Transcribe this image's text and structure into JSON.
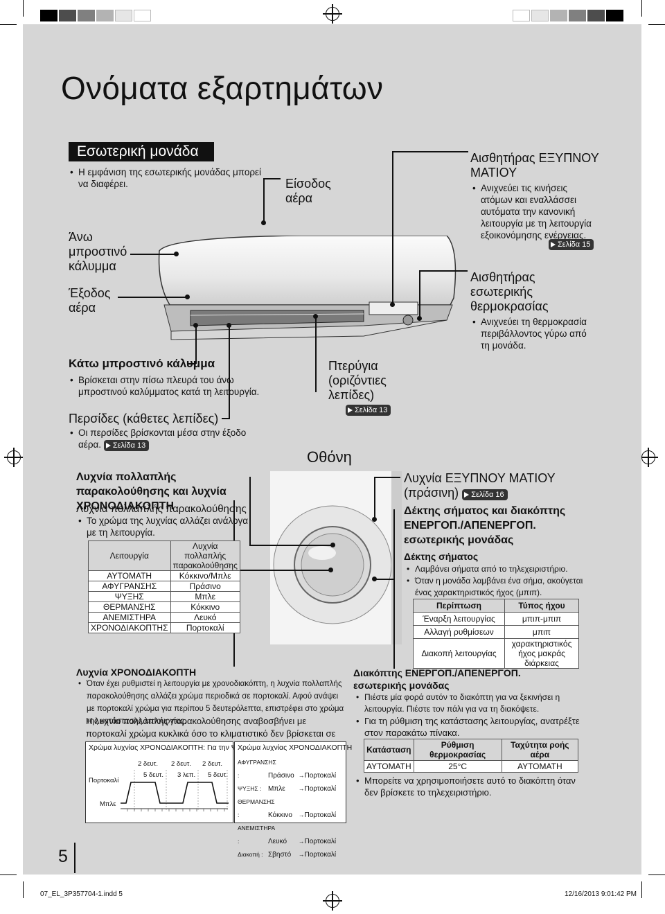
{
  "title": "Ονόματα εξαρτημάτων",
  "page_number": "5",
  "section_bar": "Εσωτερική μονάδα",
  "intro_note": "Η εμφάνιση της εσωτερικής μονάδας μπορεί να διαφέρει.",
  "labels": {
    "upper_cover": "Άνω μπροστινό κάλυμμα",
    "air_outlet": "Έξοδος αέρα",
    "air_inlet": "Είσοδος αέρα",
    "smart_eye": "Αισθητήρας ΕΞΥΠΝΟΥ ΜΑΤΙΟΥ",
    "smart_eye_note": "Ανιχνεύει τις κινήσεις ατόμων και εναλλάσσει αυτόματα την κανονική λειτουργία με τη λειτουργία εξοικονόμησης ενέργειας.",
    "smart_eye_ref": "Σελίδα 15",
    "temp_sensor": "Αισθητήρας εσωτερικής θερμοκρασίας",
    "temp_sensor_note": "Ανιχνεύει τη θερμοκρασία περιβάλλοντος γύρω από τη μονάδα.",
    "lower_cover": "Κάτω μπροστινό κάλυμμα",
    "lower_cover_note": "Βρίσκεται στην πίσω πλευρά του άνω μπροστινού καλύμματος κατά τη λειτουργία.",
    "flaps": "Πτερύγια (οριζόντιες λεπίδες)",
    "flaps_ref": "Σελίδα 13",
    "louvers": "Περσίδες (κάθετες λεπίδες)",
    "louvers_note": "Οι περσίδες βρίσκονται μέσα στην έξοδο αέρα.",
    "louvers_ref": "Σελίδα 13",
    "display": "Οθόνη",
    "multi_lamp_title": "Λυχνία πολλαπλής παρακολούθησης και λυχνία ΧΡΟΝΟΔΙΑΚΟΠΤΗ",
    "multi_lamp_sub": "Λυχνία πολλαπλής παρακολούθησης",
    "multi_lamp_note": "Το χρώμα της λυχνίας αλλάζει ανάλογα με τη λειτουργία.",
    "smart_eye_lamp": "Λυχνία ΕΞΥΠΝΟΥ ΜΑΤΙΟΥ (πράσινη)",
    "smart_eye_lamp_ref": "Σελίδα 16",
    "receiver_title": "Δέκτης σήματος και διακόπτης ΕΝΕΡΓΟΠ./ΑΠΕΝΕΡΓΟΠ. εσωτερικής μονάδας",
    "receiver_sub": "Δέκτης σήματος",
    "receiver_note1": "Λαμβάνει σήματα από το τηλεχειριστήριο.",
    "receiver_note2": "Όταν η μονάδα λαμβάνει ένα σήμα, ακούγεται ένας χαρακτηριστικός ήχος (μπιπ).",
    "timer_lamp": "Λυχνία ΧΡΟΝΟΔΙΑΚΟΠΤΗ",
    "timer_note": "Όταν έχει ρυθμιστεί η λειτουργία με χρονοδιακόπτη, η λυχνία πολλαπλής παρακολούθησης αλλάζει χρώμα περιοδικά σε πορτοκαλί. Αφού ανάψει με πορτοκαλί χρώμα για περίπου 5 δευτερόλεπτα, επιστρέφει στο χρώμα της κατάστασης λειτουργίας.",
    "timer_note2": "Η λυχνία πολλαπλής παρακολούθησης αναβοσβήνει με πορτοκαλί χρώμα κυκλικά όσο το κλιματιστικό δεν βρίσκεται σε λειτουργία.",
    "switch_title": "Διακόπτης ΕΝΕΡΓΟΠ./ΑΠΕΝΕΡΓΟΠ. εσωτερικής μονάδας",
    "switch_note1": "Πιέστε μία φορά αυτόν το διακόπτη για να ξεκινήσει η λειτουργία. Πιέστε τον πάλι για να τη διακόψετε.",
    "switch_note2": "Για τη ρύθμιση της κατάστασης λειτουργίας, ανατρέξτε στον παρακάτω πίνακα.",
    "switch_note3": "Μπορείτε να χρησιμοποιήσετε αυτό το διακόπτη όταν δεν βρίσκετε το τηλεχειριστήριο."
  },
  "mode_table": {
    "headers": [
      "Λειτουργία",
      "Λυχνία πολλαπλής παρακολούθησης"
    ],
    "rows": [
      [
        "ΑΥΤΟΜΑΤΗ",
        "Κόκκινο/Μπλε"
      ],
      [
        "ΑΦΥΓΡΑΝΣΗΣ",
        "Πράσινο"
      ],
      [
        "ΨΥΞΗΣ",
        "Μπλε"
      ],
      [
        "ΘΕΡΜΑΝΣΗΣ",
        "Κόκκινο"
      ],
      [
        "ΑΝΕΜΙΣΤΗΡΑ",
        "Λευκό"
      ],
      [
        "ΧΡΟΝΟΔΙΑΚΟΠΤΗΣ",
        "Πορτοκαλί"
      ]
    ]
  },
  "beep_table": {
    "headers": [
      "Περίπτωση",
      "Τύπος ήχου"
    ],
    "rows": [
      [
        "Έναρξη λειτουργίας",
        "μπιπ-μπιπ"
      ],
      [
        "Αλλαγή ρυθμίσεων",
        "μπιπ"
      ],
      [
        "Διακοπή λειτουργίας",
        "χαρακτηριστικός ήχος μακράς διάρκειας"
      ]
    ]
  },
  "switch_table": {
    "headers": [
      "Κατάσταση",
      "Ρύθμιση θερμοκρασίας",
      "Ταχύτητα ροής αέρα"
    ],
    "rows": [
      [
        "ΑΥΤΟΜΑΤΗ",
        "25°C",
        "ΑΥΤΟΜΑΤΗ"
      ]
    ]
  },
  "timer_chart": {
    "title": "Χρώμα λυχνίας ΧΡΟΝΟΔΙΑΚΟΠΤΗ: Για την ΨΥΞΗ",
    "y_labels": [
      "Πορτοκαλί",
      "Μπλε"
    ],
    "annotations": [
      "2 δευτ.",
      "2 δευτ.",
      "2 δευτ.",
      "5 δευτ.",
      "3 λεπ.",
      "5 δευτ."
    ]
  },
  "color_chart": {
    "title": "Χρώμα λυχνίας ΧΡΟΝΟΔΙΑΚΟΠΤΗ",
    "rows": [
      [
        "ΑΦΥΓΡΑΝΣΗΣ :",
        "Πράσινο",
        "Πορτοκαλί"
      ],
      [
        "ΨΥΞΗΣ :",
        "Μπλε",
        "Πορτοκαλί"
      ],
      [
        "ΘΕΡΜΑΝΣΗΣ :",
        "Κόκκινο",
        "Πορτοκαλί"
      ],
      [
        "ΑΝΕΜΙΣΤΗΡΑ :",
        "Λευκό",
        "Πορτοκαλί"
      ],
      [
        "Διακοπή :",
        "Σβηστό",
        "Πορτοκαλί"
      ]
    ]
  },
  "footer": {
    "file": "07_EL_3P357704-1.indd   5",
    "date": "12/16/2013   9:01:42 PM"
  },
  "colors": {
    "sheet": "#d6d6d6",
    "swatches": [
      "#000000",
      "#4d4d4d",
      "#808080",
      "#b3b3b3",
      "#e6e6e6",
      "#ffffff"
    ]
  }
}
